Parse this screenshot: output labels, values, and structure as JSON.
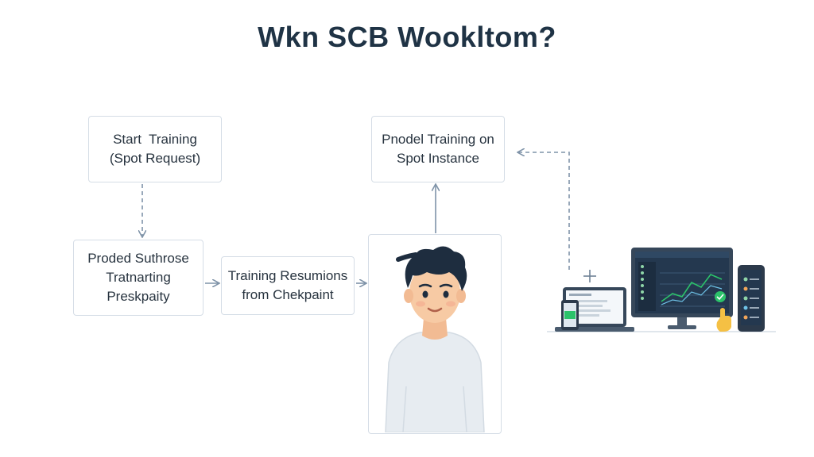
{
  "diagram": {
    "title": "Wkn SCB Wookltom?",
    "nodes": {
      "start": {
        "lines": [
          "Start  Training",
          "(Spot Request)"
        ]
      },
      "preemption": {
        "lines": [
          "Proded Suthrose",
          "Tratnarting",
          "Preskpaity"
        ]
      },
      "resume": {
        "lines": [
          "Training Resumions",
          "from Chekpaint"
        ]
      },
      "spot": {
        "lines": [
          "Pnodel Training on",
          "Spot Instance"
        ]
      }
    },
    "edges": [
      {
        "from": "start",
        "to": "preemption",
        "style": "dashed"
      },
      {
        "from": "preemption",
        "to": "resume",
        "style": "solid"
      },
      {
        "from": "resume",
        "to": "person",
        "style": "solid"
      },
      {
        "from": "person",
        "to": "spot",
        "style": "solid"
      },
      {
        "from": "devices",
        "to": "spot",
        "style": "dashed"
      }
    ]
  },
  "colors": {
    "title": "#1f3345",
    "border": "#d5dde6",
    "arrow": "#7f93a8",
    "hair": "#1e2d3f",
    "skin": "#f7caa4",
    "shirt": "#e7ecf1",
    "monitor": "#36475a",
    "screen": "#24384f",
    "accent": "#2cc26a"
  }
}
